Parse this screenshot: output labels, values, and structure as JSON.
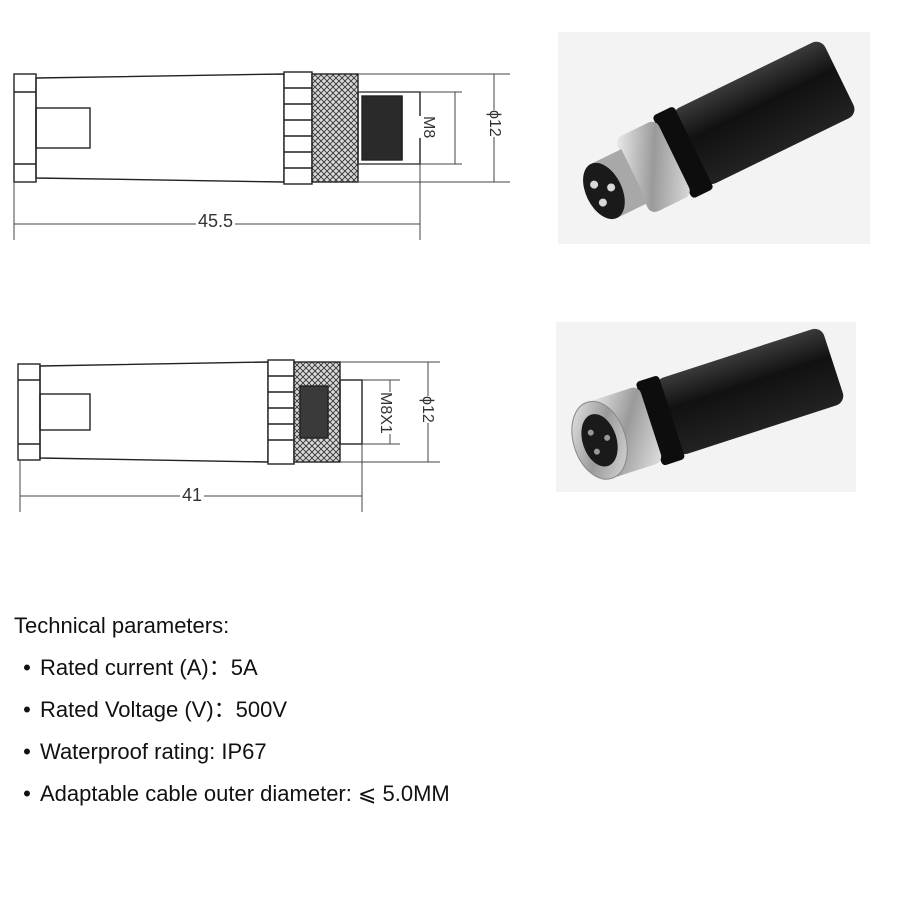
{
  "drawings": {
    "male": {
      "length": "45.5",
      "thread": "M8",
      "diameter": "ϕ12"
    },
    "female": {
      "length": "41",
      "thread": "M8X1",
      "diameter": "ϕ12"
    }
  },
  "photos": {
    "male": {
      "icon": "male-connector-photo"
    },
    "female": {
      "icon": "female-connector-photo"
    }
  },
  "specs": {
    "heading": "Technical parameters:",
    "items": [
      {
        "label": "Rated current (A)：5A"
      },
      {
        "label": "Rated Voltage (V)：500V"
      },
      {
        "label": "Waterproof rating: IP67"
      },
      {
        "label": "Adaptable cable outer diameter: ⩽ 5.0MM"
      }
    ]
  },
  "colors": {
    "line": "#222222",
    "body_black": "#161616",
    "metal": "#b8b8b8"
  }
}
